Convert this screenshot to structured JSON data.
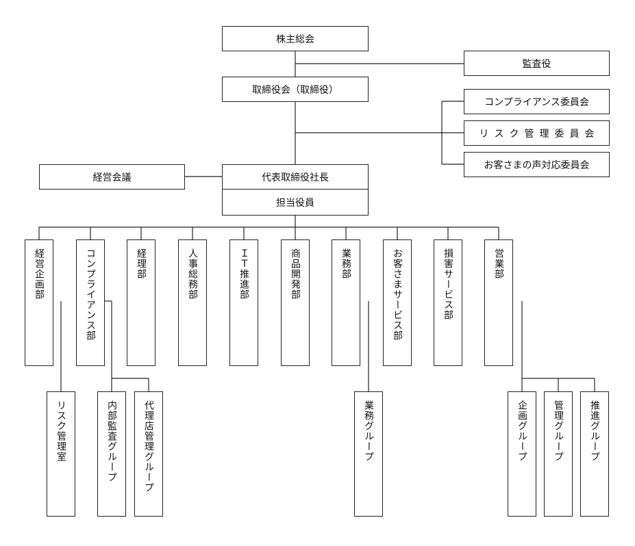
{
  "top": {
    "shareholders": "株主総会",
    "auditor": "監査役",
    "board": "取締役会（取締役）",
    "compliance_committee": "コンプライアンス委員会",
    "risk_committee": "リスク管理委員会",
    "customer_voice_committee": "お客さまの声対応委員会",
    "management_meeting": "経営会議",
    "president": "代表取締役社長",
    "officer": "担当役員"
  },
  "departments": {
    "planning": "経営企画部",
    "compliance": "コンプライアンス部",
    "accounting": "経理部",
    "hr_general": "人事総務部",
    "it": "ＩＴ推進部",
    "product": "商品開発部",
    "operations": "業務部",
    "customer_service": "お客さまサービス部",
    "claims": "損害サービス部",
    "sales": "営業部"
  },
  "sub_units": {
    "risk_management_office": "リスク管理室",
    "internal_audit_group": "内部監査グループ",
    "agency_management_group": "代理店管理グループ",
    "operations_group": "業務グループ",
    "planning_group": "企画グループ",
    "management_group": "管理グループ",
    "promotion_group": "推進グループ"
  }
}
